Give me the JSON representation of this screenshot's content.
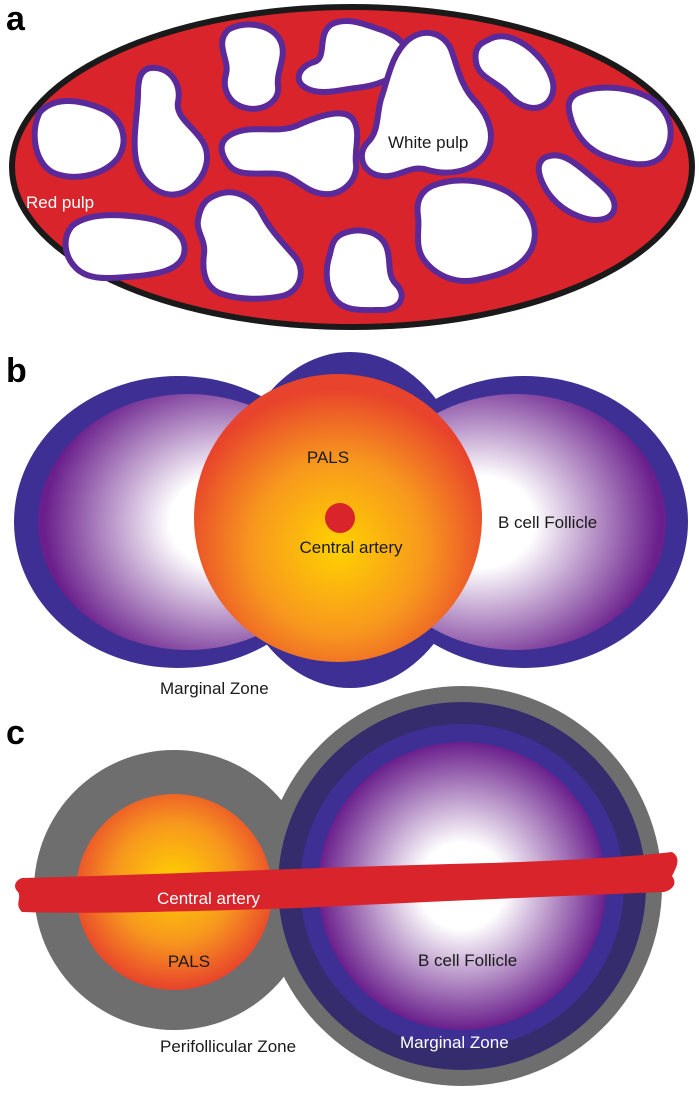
{
  "panels": {
    "a": {
      "letter": "a",
      "red_pulp_label": "Red pulp",
      "white_pulp_label": "White pulp"
    },
    "b": {
      "letter": "b",
      "pals_label": "PALS",
      "central_artery_label": "Central artery",
      "b_cell_follicle_label": "B cell Follicle",
      "marginal_zone_label": "Marginal Zone"
    },
    "c": {
      "letter": "c",
      "central_artery_label": "Central artery",
      "pals_label": "PALS",
      "b_cell_follicle_label": "B cell Follicle",
      "perifollicular_zone_label": "Perifollicular Zone",
      "marginal_zone_label": "Marginal Zone"
    }
  },
  "colors": {
    "red_pulp": "#d8242a",
    "capsule": "#1a1a1a",
    "white_pulp_border": "#5b2a9a",
    "marginal_zone": "#3d2f93",
    "follicle_edge": "#6a1f8c",
    "pals_center": "#ffd200",
    "pals_edge": "#e8432c",
    "perifollicular_zone": "#6e6e6e",
    "marginal_zone_dark": "#352c6d"
  }
}
